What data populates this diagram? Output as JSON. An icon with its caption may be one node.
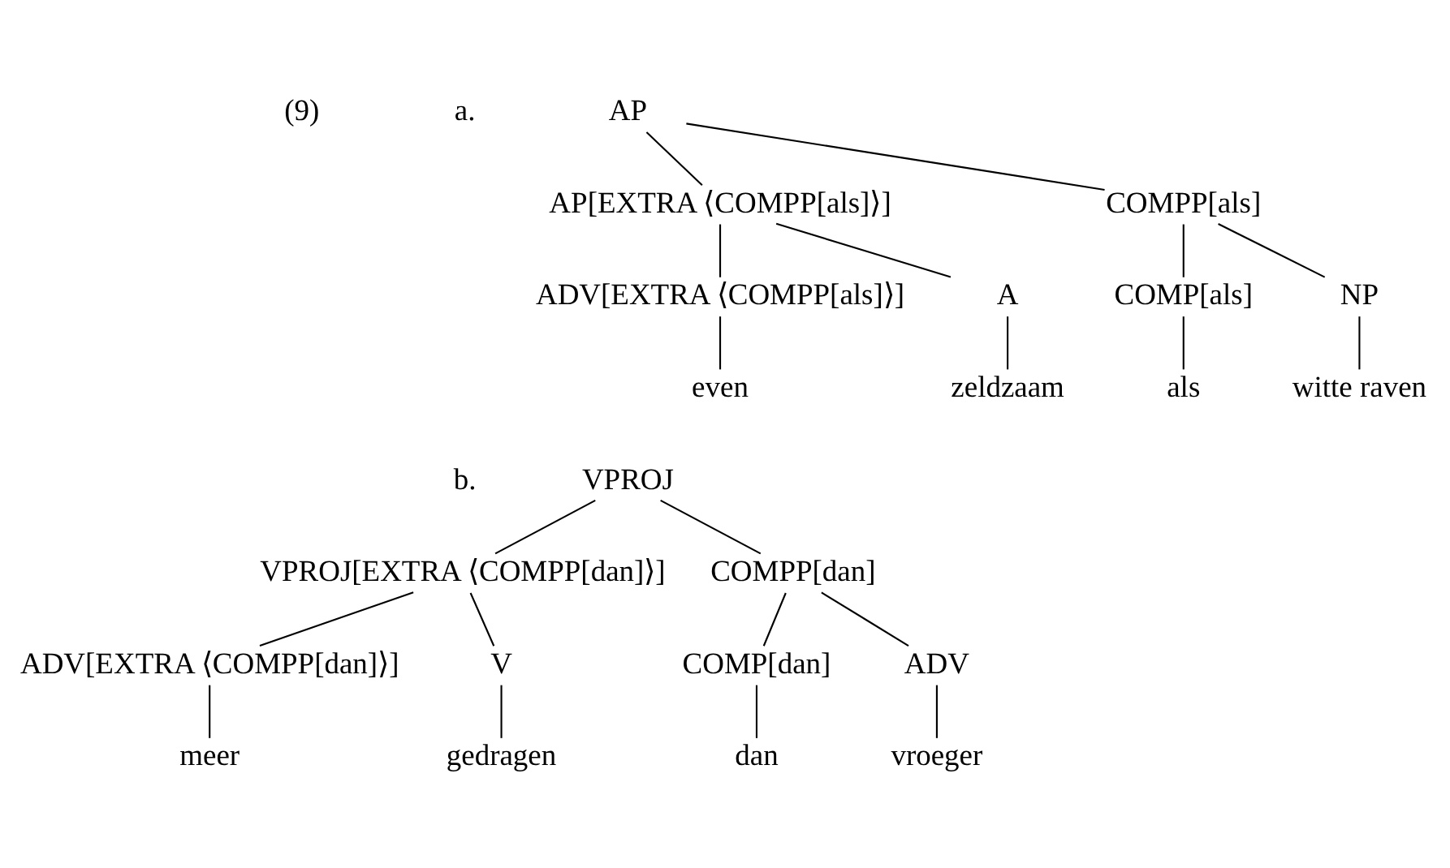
{
  "diagram": {
    "nodes": [
      {
        "text": [
          "AP"
        ]
      },
      {
        "text": [
          "AP[EXTRA ⟨COMPP[als]⟩]"
        ]
      },
      {
        "text": [
          "COMPP[als]"
        ]
      },
      {
        "text": [
          "ADV[EXTRA ⟨COMPP[als]⟩]"
        ]
      },
      {
        "text": [
          "A"
        ]
      },
      {
        "text": [
          "COMP[als]"
        ]
      },
      {
        "text": [
          "NP"
        ]
      },
      {
        "text": [
          "even"
        ]
      },
      {
        "text": [
          "zeldzaam"
        ]
      },
      {
        "text": [
          "als"
        ]
      },
      {
        "text": [
          "witte raven"
        ]
      },
      {
        "text": [
          "VPROJ"
        ]
      },
      {
        "text": [
          "VPROJ[EXTRA ⟨COMPP[dan]⟩]"
        ]
      },
      {
        "text": [
          "COMPP[dan]"
        ]
      },
      {
        "text": [
          "ADV[EXTRA ⟨COMPP[dan]⟩]"
        ]
      },
      {
        "text": [
          "V"
        ]
      },
      {
        "text": [
          "COMP[dan]"
        ]
      },
      {
        "text": [
          "ADV"
        ]
      },
      {
        "text": [
          "meer"
        ]
      },
      {
        "text": [
          "gedragen"
        ]
      },
      {
        "text": [
          "dan"
        ]
      },
      {
        "text": [
          "vroeger"
        ]
      }
    ],
    "edges": [
      {
        "from": 0,
        "to": 1,
        "arrow": "none"
      },
      {
        "from": 0,
        "to": 2,
        "arrow": "none"
      },
      {
        "from": 1,
        "to": 3,
        "arrow": "none"
      },
      {
        "from": 1,
        "to": 4,
        "arrow": "none"
      },
      {
        "from": 2,
        "to": 5,
        "arrow": "none"
      },
      {
        "from": 2,
        "to": 6,
        "arrow": "none"
      },
      {
        "from": 3,
        "to": 7,
        "arrow": "none"
      },
      {
        "from": 4,
        "to": 8,
        "arrow": "none"
      },
      {
        "from": 5,
        "to": 9,
        "arrow": "none"
      },
      {
        "from": 6,
        "to": 10,
        "arrow": "none"
      },
      {
        "from": 11,
        "to": 12,
        "arrow": "none"
      },
      {
        "from": 11,
        "to": 13,
        "arrow": "none"
      },
      {
        "from": 12,
        "to": 14,
        "arrow": "none"
      },
      {
        "from": 12,
        "to": 15,
        "arrow": "none"
      },
      {
        "from": 13,
        "to": 16,
        "arrow": "none"
      },
      {
        "from": 13,
        "to": 17,
        "arrow": "none"
      },
      {
        "from": 14,
        "to": 18,
        "arrow": "none"
      },
      {
        "from": 15,
        "to": 19,
        "arrow": "none"
      },
      {
        "from": 16,
        "to": 20,
        "arrow": "none"
      },
      {
        "from": 17,
        "to": 21,
        "arrow": "none"
      }
    ],
    "labels": [
      "(9)",
      "a.",
      "b."
    ]
  }
}
